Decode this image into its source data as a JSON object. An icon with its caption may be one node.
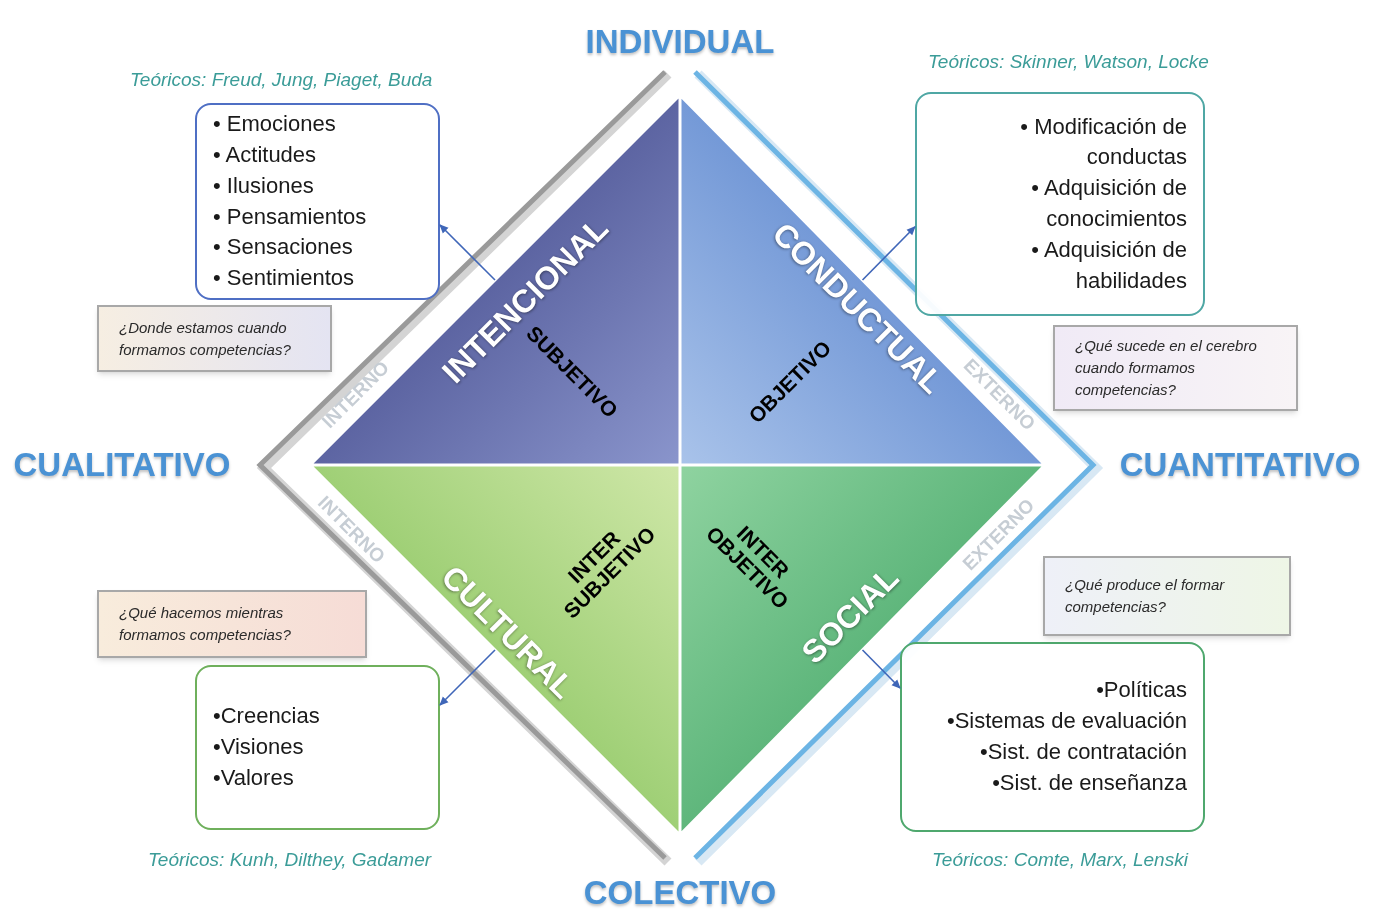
{
  "diagram": {
    "nodes": [
      {
        "text": [
          "INTENCIONAL",
          "SUBJETIVO"
        ]
      },
      {
        "text": [
          "CONDUCTUAL",
          "OBJETIVO"
        ]
      },
      {
        "text": [
          "CULTURAL",
          "INTER SUBJETIVO"
        ]
      },
      {
        "text": [
          "SOCIAL",
          "INTER OBJETIVO"
        ]
      },
      {
        "text": [
          "• Emociones",
          "• Actitudes",
          "• Ilusiones",
          "• Pensamientos",
          "• Sensaciones",
          "• Sentimientos"
        ],
        "beside": [
          "Teóricos: Freud, Jung, Piaget, Buda"
        ]
      },
      {
        "text": [
          "• Modificación de conductas",
          "• Adquisición de conocimientos",
          "• Adquisición de habilidades"
        ],
        "beside": [
          "Teóricos: Skinner, Watson, Locke"
        ]
      },
      {
        "text": [
          "•Creencias",
          "•Visiones",
          "•Valores"
        ],
        "beside": [
          "Teóricos: Kunh, Dilthey, Gadamer"
        ]
      },
      {
        "text": [
          "•Políticas",
          "•Sistemas de evaluación",
          "•Sist. de contratación",
          "•Sist. de enseñanza"
        ],
        "beside": [
          "Teóricos: Comte, Marx, Lenski"
        ]
      },
      {
        "text": [
          "¿Donde estamos cuando formamos competencias?"
        ]
      },
      {
        "text": [
          "¿Qué sucede en el cerebro cuando formamos competencias?"
        ]
      },
      {
        "text": [
          "¿Qué hacemos mientras formamos competencias?"
        ]
      },
      {
        "text": [
          "¿Qué produce el formar competencias?"
        ]
      }
    ],
    "edges": [
      {
        "from": 0,
        "to": 4,
        "arrow": "to"
      },
      {
        "from": 1,
        "to": 5,
        "arrow": "to"
      },
      {
        "from": 2,
        "to": 6,
        "arrow": "to"
      },
      {
        "from": 3,
        "to": 7,
        "arrow": "to"
      }
    ],
    "labels": [
      "INDIVIDUAL",
      "INTERNO",
      "EXTERNO",
      "CUALITATIVO",
      "CUANTITATIVO",
      "INTERNO",
      "EXTERNO",
      "COLECTIVO"
    ]
  }
}
